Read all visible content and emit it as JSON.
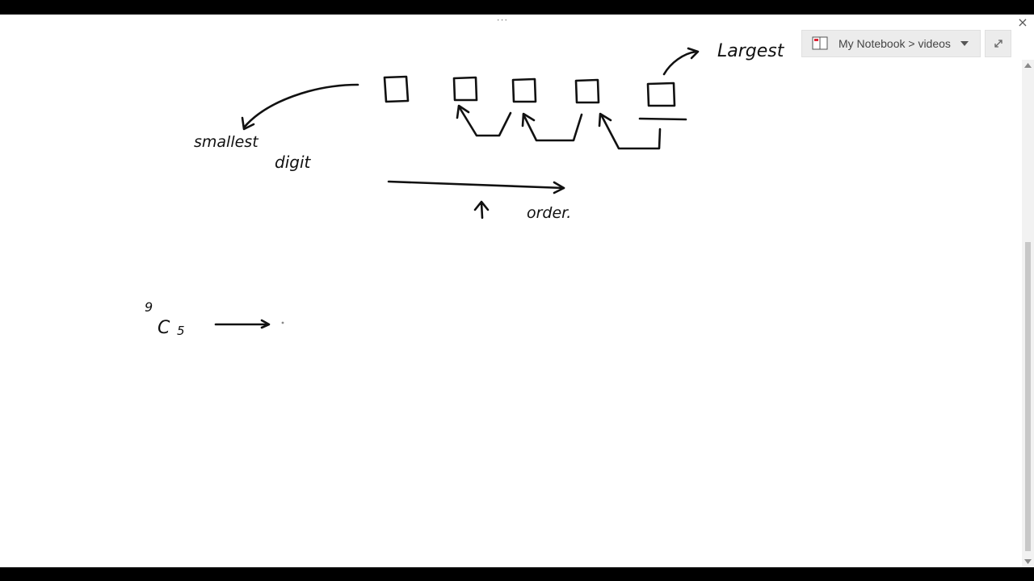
{
  "window": {
    "grip": "···",
    "close_icon": "×"
  },
  "notebook_picker": {
    "label": "My Notebook > videos"
  },
  "ink": {
    "largest": "Largest",
    "smallest": "smallest",
    "digit": "digit",
    "order": "order.",
    "combination_superscript": "9",
    "combination_letter": "C",
    "combination_subscript": "5"
  }
}
